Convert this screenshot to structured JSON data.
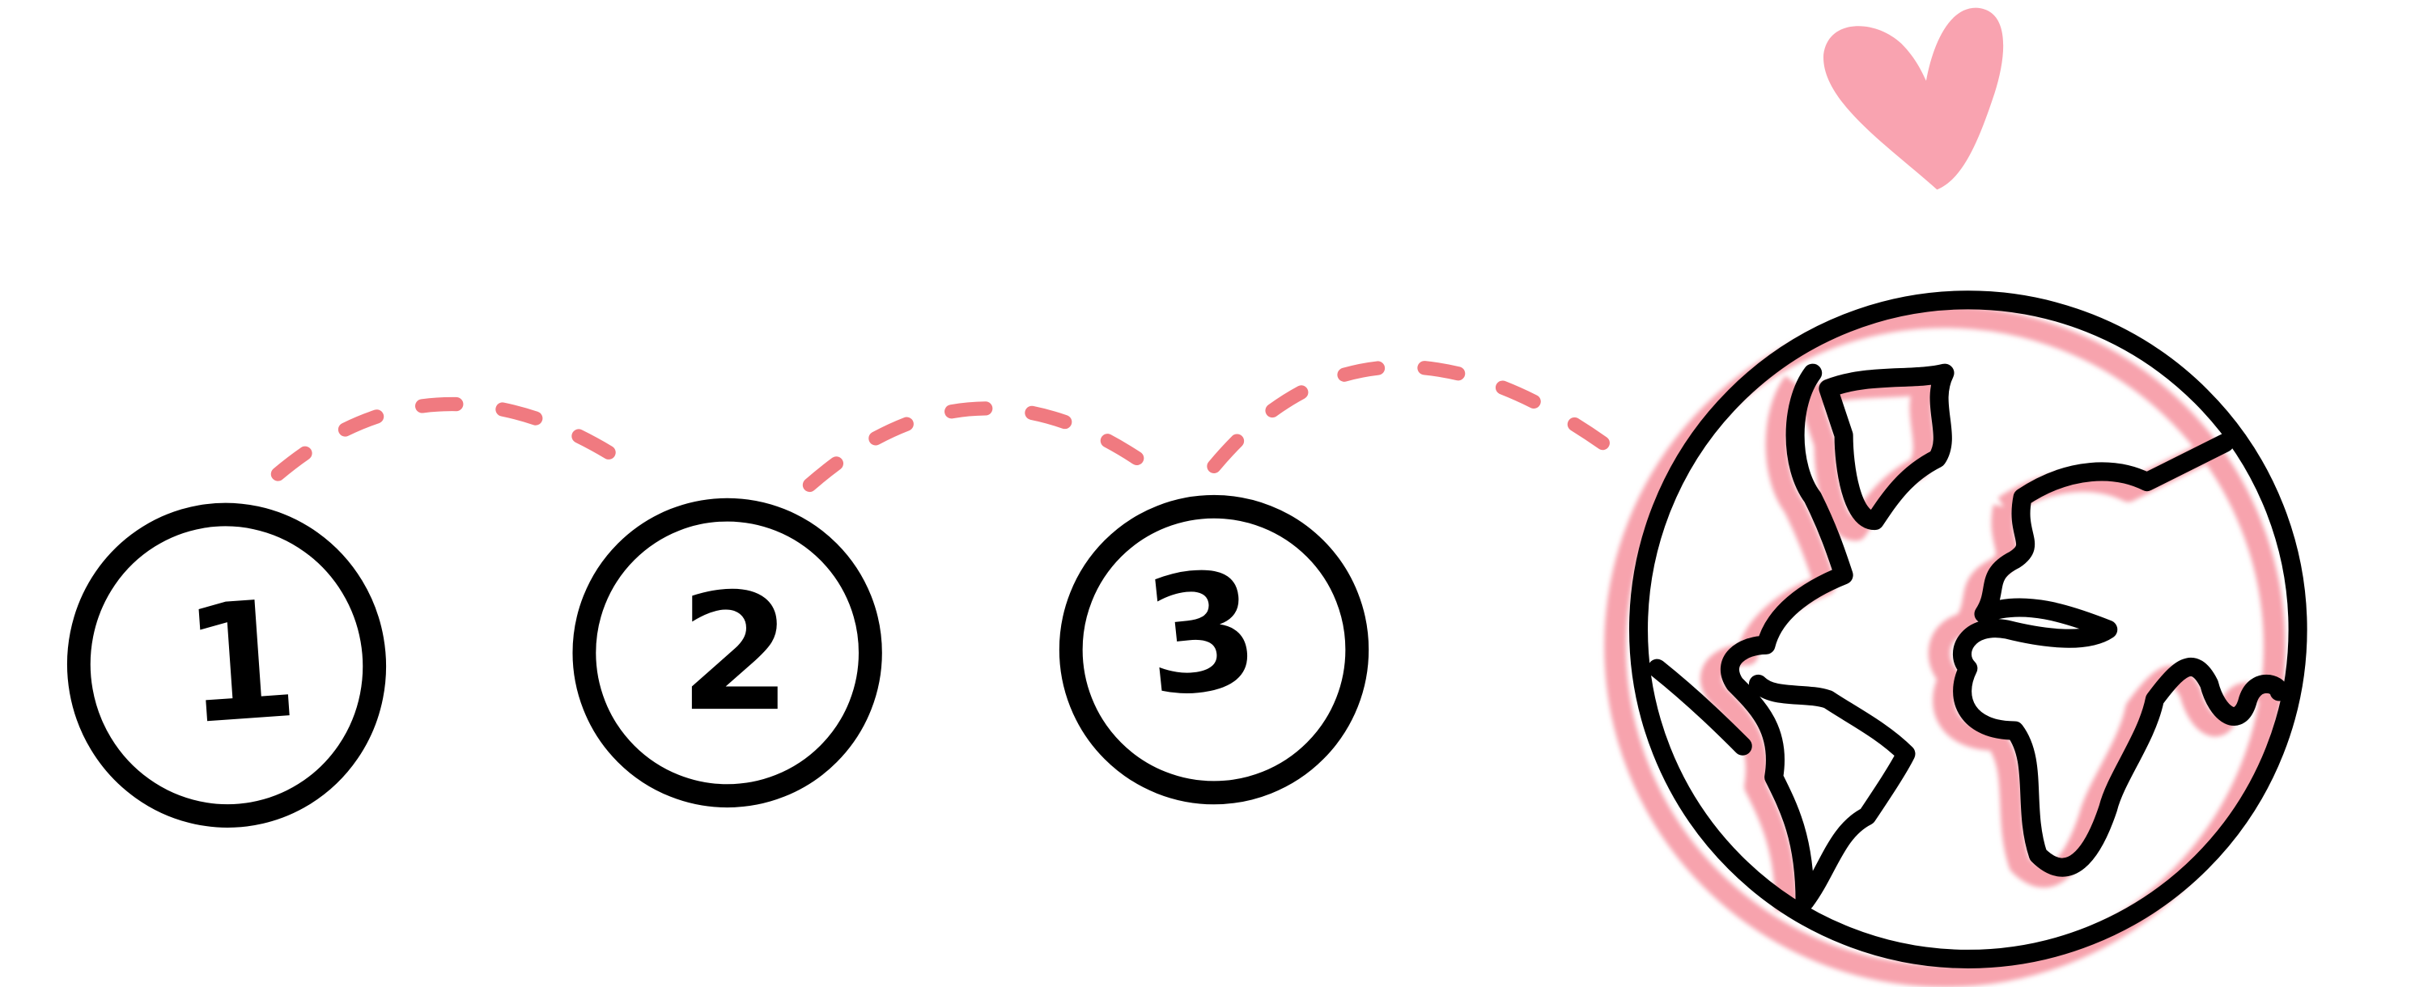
{
  "steps": [
    {
      "label": "1"
    },
    {
      "label": "2"
    },
    {
      "label": "3"
    }
  ],
  "icons": {
    "globe": "globe-icon",
    "heart": "heart-icon"
  },
  "colors": {
    "stroke": "#000000",
    "dash": "#f07a80",
    "heart": "#f9a3b0",
    "globe_shadow": "#f7a3ad",
    "background": "#ffffff"
  }
}
